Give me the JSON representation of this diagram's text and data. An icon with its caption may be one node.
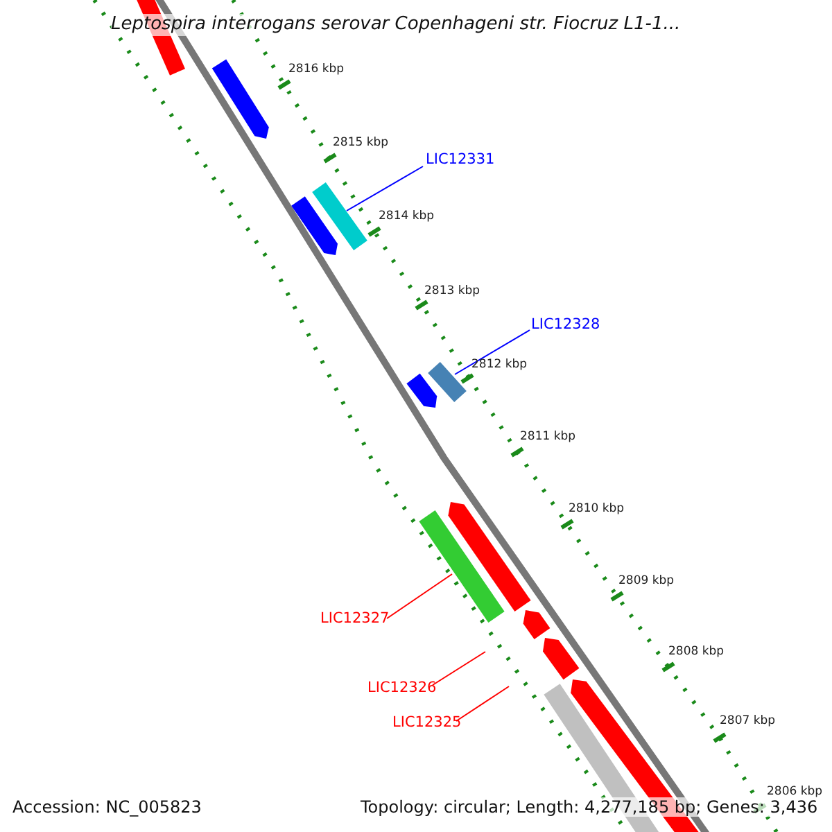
{
  "diagram": {
    "title": "Leptospira interrogans serovar Copenhageni str. Fiocruz L1-1...",
    "nodes": [
      {
        "text": [
          "LIC12331"
        ]
      },
      {
        "text": [
          "LIC12328"
        ]
      },
      {
        "text": [
          "LIC12327"
        ]
      },
      {
        "text": [
          "LIC12326"
        ]
      },
      {
        "text": [
          "LIC12325"
        ]
      },
      {
        "text": [],
        "shape": "bar"
      },
      {
        "text": [],
        "shape": "bar"
      },
      {
        "text": [],
        "shape": "bar"
      }
    ],
    "edges": [
      {
        "from": 0,
        "to": 5,
        "arrow": "none",
        "color": "#0000ff"
      },
      {
        "from": 1,
        "to": 6,
        "arrow": "none",
        "color": "#0000ff"
      },
      {
        "from": 2,
        "to": 7,
        "arrow": "none"
      },
      {
        "from": 3,
        "to": null,
        "arrow": "none"
      },
      {
        "from": 4,
        "to": null,
        "arrow": "none"
      }
    ],
    "labels": [
      "2816 kbp",
      "2815 kbp",
      "2814 kbp",
      "2813 kbp",
      "2812 kbp",
      "2811 kbp",
      "2810 kbp",
      "2809 kbp",
      "2808 kbp",
      "2807 kbp",
      "2806 kbp",
      "Accession: NC_005823",
      "Topology: circular; Length: 4,277,185 bp; Genes: 3,436"
    ]
  }
}
